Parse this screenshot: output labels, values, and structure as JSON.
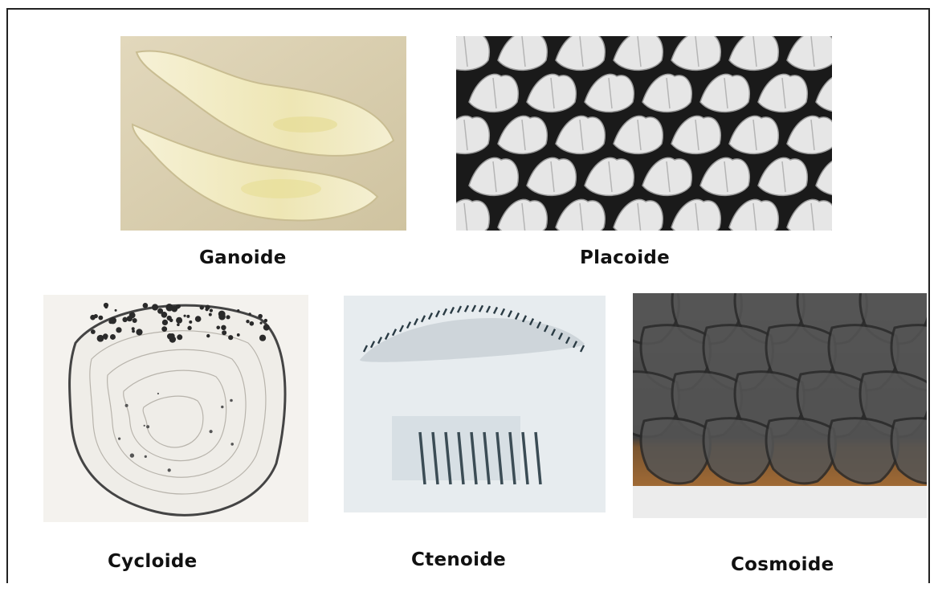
{
  "labels": {
    "ganoide": "Ganoide",
    "placoide": "Placoide",
    "cycloide": "Cycloide",
    "ctenoide": "Ctenoide",
    "cosmoide": "Cosmoide"
  },
  "colors": {
    "frame": "#222222",
    "ganoide_bg": "#d9cfb0",
    "ganoide_scale": "#f3edc8",
    "placoide_bg": "#1a1a1a",
    "placoide_scale": "#e8e8e8",
    "cycloide_bg": "#f4f2ee",
    "ctenoide_bg": "#dfe6ea",
    "cosmoide_bg": "#4a4a4a"
  },
  "icons": {
    "ganoide": "ganoide-scale-photo",
    "placoide": "placoide-scale-photo",
    "cycloide": "cycloide-scale-photo",
    "ctenoide": "ctenoide-scale-photo",
    "cosmoide": "cosmoide-scale-photo"
  }
}
